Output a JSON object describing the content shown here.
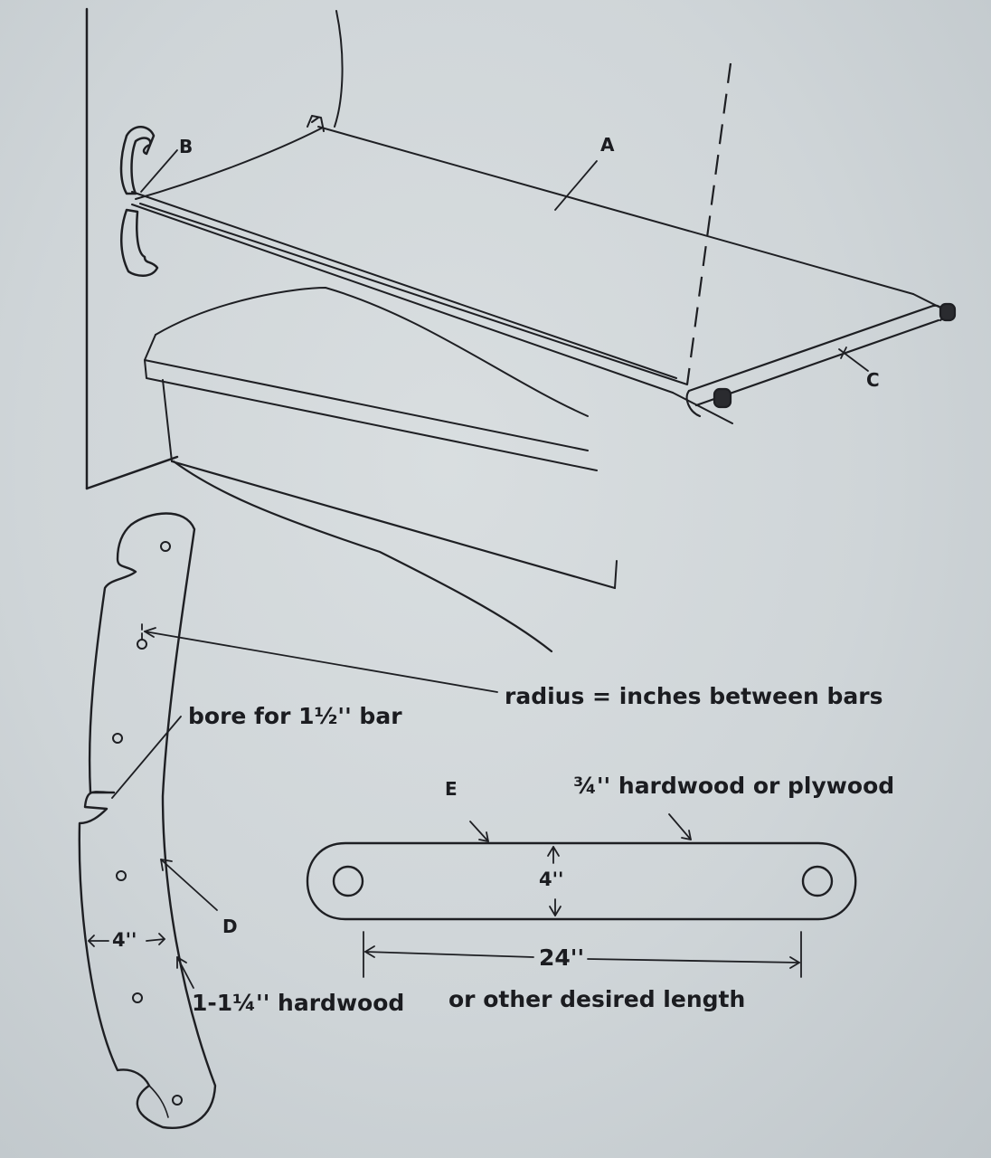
{
  "labels": {
    "a": "A",
    "b": "B",
    "c": "C",
    "d": "D",
    "e": "E"
  },
  "annotations": {
    "radius": "radius = inches between bars",
    "bore": "bore for 1½'' bar",
    "side_width": "4''",
    "side_material": "1-1¼'' hardwood",
    "bar_material": "¾'' hardwood or plywood",
    "bar_width": "4''",
    "bar_length": "24''",
    "bar_length_note": "or other desired length"
  }
}
